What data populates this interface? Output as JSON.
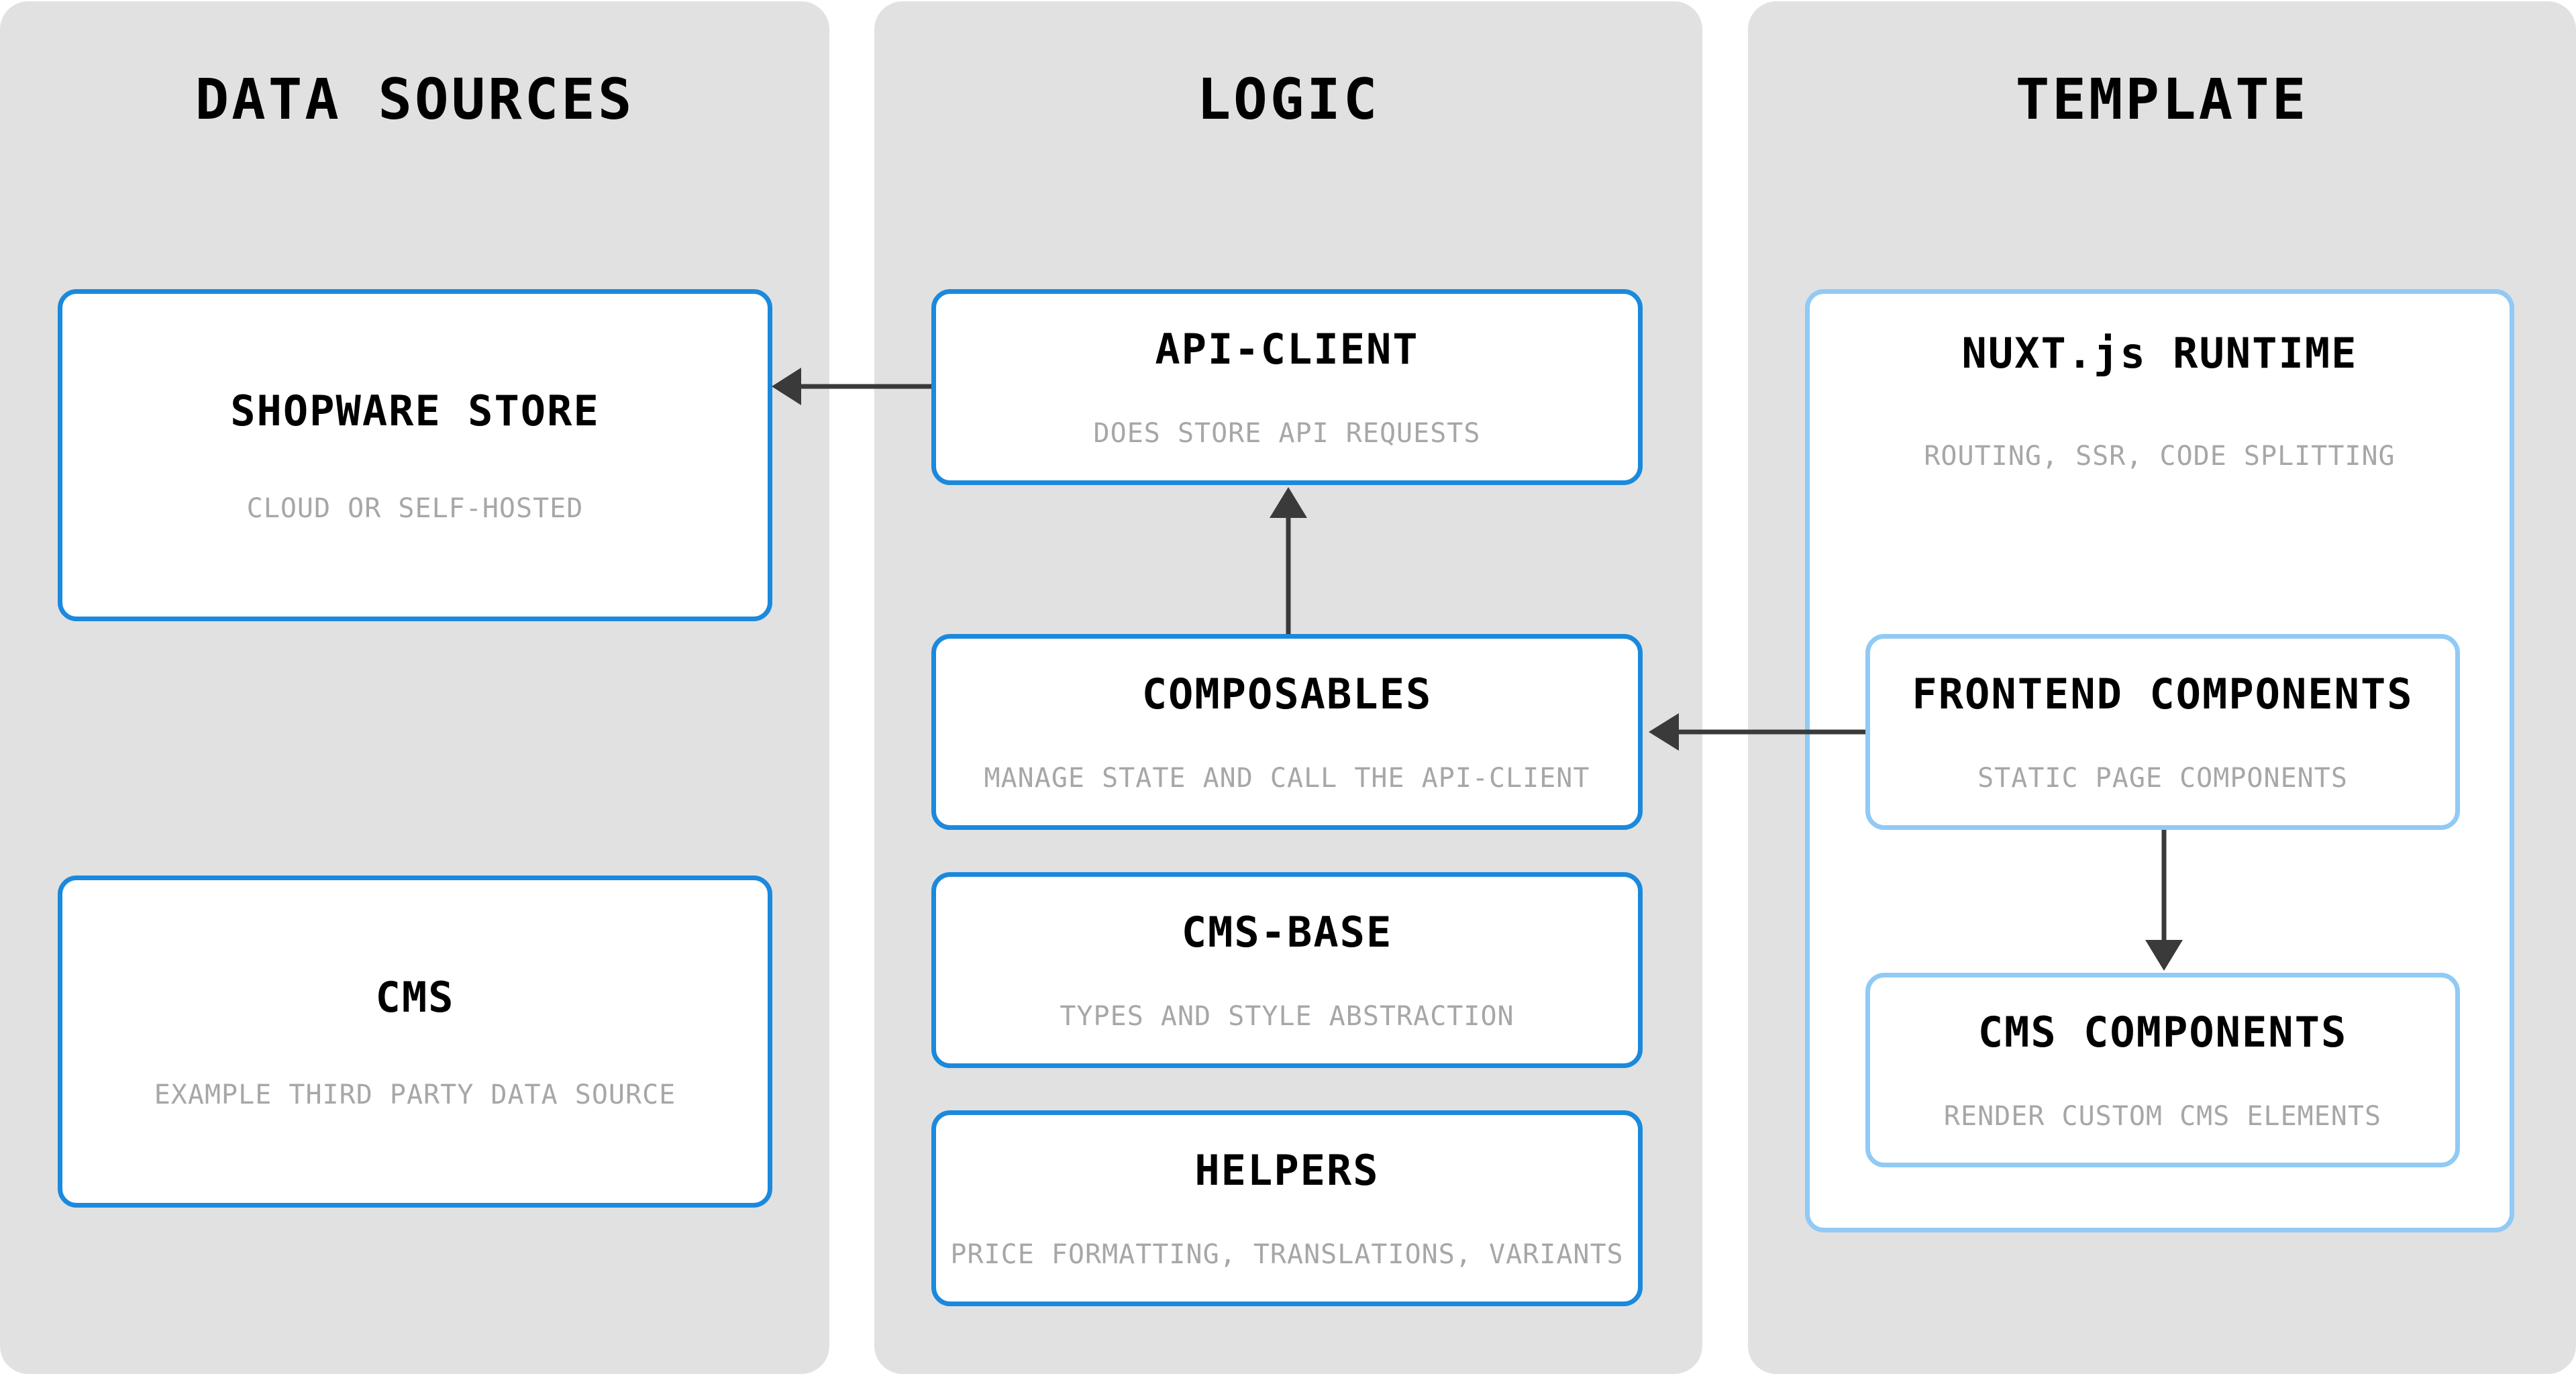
{
  "diagram": {
    "columns": [
      {
        "id": "data-sources",
        "title": "DATA SOURCES",
        "boxes": [
          {
            "title": "SHOPWARE STORE",
            "subtitle": "CLOUD OR SELF-HOSTED"
          },
          {
            "title": "CMS",
            "subtitle": "EXAMPLE THIRD PARTY DATA SOURCE"
          }
        ]
      },
      {
        "id": "logic",
        "title": "LOGIC",
        "boxes": [
          {
            "title": "API-CLIENT",
            "subtitle": "DOES STORE API REQUESTS"
          },
          {
            "title": "COMPOSABLES",
            "subtitle": "MANAGE STATE AND CALL THE API-CLIENT"
          },
          {
            "title": "CMS-BASE",
            "subtitle": "TYPES AND STYLE ABSTRACTION"
          },
          {
            "title": "HELPERS",
            "subtitle": "PRICE FORMATTING, TRANSLATIONS, VARIANTS"
          }
        ]
      },
      {
        "id": "template",
        "title": "TEMPLATE",
        "boxes": [
          {
            "title": "NUXT.js RUNTIME",
            "subtitle": "ROUTING, SSR, CODE SPLITTING"
          },
          {
            "title": "FRONTEND COMPONENTS",
            "subtitle": "STATIC PAGE COMPONENTS"
          },
          {
            "title": "CMS COMPONENTS",
            "subtitle": "RENDER CUSTOM CMS ELEMENTS"
          }
        ]
      }
    ],
    "arrows": [
      {
        "from": "API-CLIENT",
        "to": "SHOPWARE STORE",
        "direction": "left"
      },
      {
        "from": "COMPOSABLES",
        "to": "API-CLIENT",
        "direction": "up"
      },
      {
        "from": "FRONTEND COMPONENTS",
        "to": "COMPOSABLES",
        "direction": "left"
      },
      {
        "from": "FRONTEND COMPONENTS",
        "to": "CMS COMPONENTS",
        "direction": "down"
      }
    ],
    "colors": {
      "column_background": "#e1e1e1",
      "box_border_primary": "#1b89dd",
      "box_border_light": "#90caf5",
      "box_background": "#ffffff",
      "title_text": "#000000",
      "subtitle_text": "#a7a7a7",
      "arrow": "#3a3a3a"
    }
  }
}
